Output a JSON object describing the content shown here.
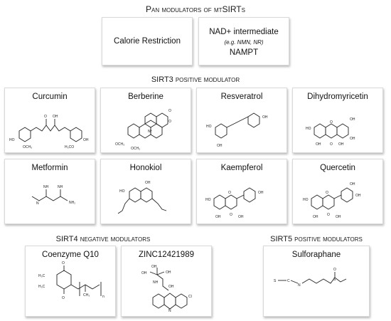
{
  "headings": {
    "pan": "Pan modulators of mtSIRTs",
    "sirt3_pos": "SIRT3 positive modulator",
    "sirt4_neg": "SIRT4 negative modulators",
    "sirt5_pos": "SIRT5 positive modulators"
  },
  "pan_cards": {
    "calorie": "Calorie Restriction",
    "nad_line1": "NAD+ intermediate",
    "nad_line2": "(e.g. NMN, NR)",
    "nad_line3": "NAMPT"
  },
  "compounds": {
    "curcumin": "Curcumin",
    "berberine": "Berberine",
    "resveratrol": "Resveratrol",
    "dihydromyricetin": "Dihydromyricetin",
    "metformin": "Metformin",
    "honokiol": "Honokiol",
    "kaempferol": "Kaempferol",
    "quercetin": "Quercetin",
    "coq10": "Coenzyme Q10",
    "zinc": "ZINC12421989",
    "sulforaphane": "Sulforaphane"
  },
  "atom_labels": {
    "OH": "OH",
    "O": "O",
    "OCH3": "OCH₃",
    "H3CO": "H₃CO",
    "CH3": "CH₃",
    "NH": "NH",
    "NH2": "NH₂",
    "N": "N",
    "Nplus": "N⁺",
    "HO": "HO",
    "H3C": "H₃C",
    "S": "S",
    "C": "C",
    "Cl": "Cl",
    "n": "n"
  }
}
